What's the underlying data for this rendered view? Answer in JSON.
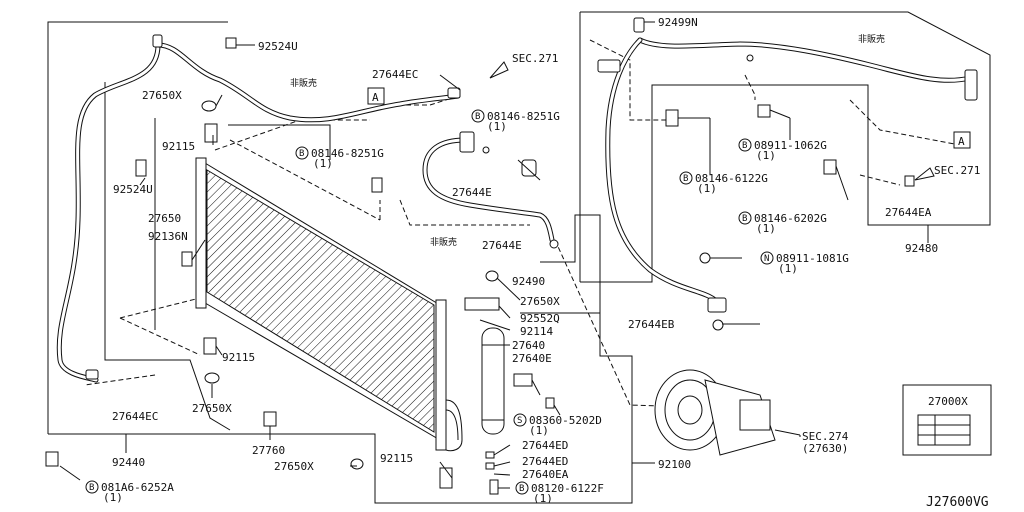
{
  "diagram_id": "J27600VG",
  "labels": {
    "p92524U_top": "92524U",
    "p27644EC_top": "27644EC",
    "sec271_left": "SEC.271",
    "ref_A_left": "A",
    "hibai_left": "非販売",
    "p27650X_a": "27650X",
    "p92115_a": "92115",
    "b08146_8251G_a": "08146-8251G",
    "b08146_8251G_a_qty": "(1)",
    "b08146_8251G_b": "08146-8251G",
    "b08146_8251G_b_qty": "(1)",
    "p92524U_mid": "92524U",
    "p27650": "27650",
    "p92136N": "92136N",
    "p27644E_a": "27644E",
    "hibai_mid": "非販売",
    "p27644E_b": "27644E",
    "p92490": "92490",
    "p27650X_b": "27650X",
    "p92552Q": "92552Q",
    "p92114": "92114",
    "p27640": "27640",
    "p27640E": "27640E",
    "p92115_b": "92115",
    "p27644EC_bot": "27644EC",
    "p27650X_c": "27650X",
    "s08360_5202D": "08360-5202D",
    "s08360_5202D_qty": "(1)",
    "p27760": "27760",
    "p27644ED_a": "27644ED",
    "p27644ED_b": "27644ED",
    "p92440": "92440",
    "p92115_c": "92115",
    "p27640EA": "27640EA",
    "p27650X_d": "27650X",
    "b081A6_6252A": "081A6-6252A",
    "b081A6_6252A_qty": "(1)",
    "b08120_6122F": "08120-6122F",
    "b08120_6122F_qty": "(1)",
    "p92100": "92100",
    "p92499N": "92499N",
    "hibai_right": "非販売",
    "b08911_1062G": "08911-1062G",
    "b08911_1062G_qty": "(1)",
    "b08146_6122G": "08146-6122G",
    "b08146_6122G_qty": "(1)",
    "ref_A_right": "A",
    "sec271_right": "SEC.271",
    "p27644EA": "27644EA",
    "b08146_6202G": "08146-6202G",
    "b08146_6202G_qty": "(1)",
    "p92480": "92480",
    "n08911_1081G": "08911-1081G",
    "n08911_1081G_qty": "(1)",
    "p27644EB": "27644EB",
    "sec274": "SEC.274",
    "sec274_sub": "(27630)",
    "p27000X": "27000X"
  },
  "prefix_marks": {
    "bolt": "B",
    "screw": "S",
    "nut": "N"
  },
  "icons": [
    "condenser-icon",
    "receiver-drier-icon",
    "compressor-icon",
    "pipe-icon",
    "bolt-icon",
    "clip-icon",
    "label-plate-icon"
  ]
}
